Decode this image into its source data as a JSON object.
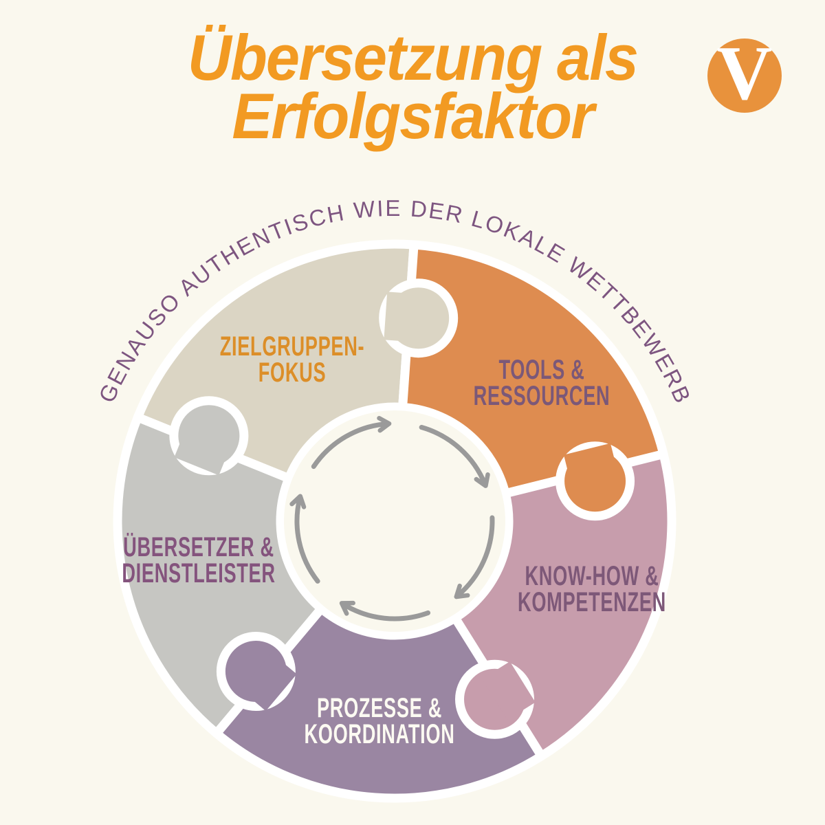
{
  "page": {
    "background": "#FAF8EE"
  },
  "title": {
    "lines": [
      "Übersetzung als",
      "Erfolgsfaktor"
    ],
    "color": "#F29A22"
  },
  "logo": {
    "letter": "V",
    "circle_color": "#E8923C",
    "letter_color": "#FFFFFF"
  },
  "arc_text": {
    "text": "GENAUSO AUTHENTISCH WIE DER LOKALE WETTBEWERB",
    "color": "#7D5580"
  },
  "wheel": {
    "stroke_color": "#FFFFFF",
    "hub": {
      "icon": "cycle-arrows-icon",
      "arrow_count": 5,
      "arrow_color": "#9A9A9A"
    },
    "segments": [
      {
        "id": "zielgruppen-fokus",
        "label_lines": [
          "ZIELGRUPPEN-",
          "FOKUS"
        ],
        "fill": "#DBD5C4",
        "text_color": "#DC8E28"
      },
      {
        "id": "tools-ressourcen",
        "label_lines": [
          "TOOLS &",
          "RESSOURCEN"
        ],
        "fill": "#DE8C50",
        "text_color": "#7B5878"
      },
      {
        "id": "know-how-kompetenzen",
        "label_lines": [
          "KNOW-HOW &",
          "KOMPETENZEN"
        ],
        "fill": "#C79DAC",
        "text_color": "#7D5878"
      },
      {
        "id": "prozesse-koordination",
        "label_lines": [
          "PROZESSE &",
          "KOORDINATION"
        ],
        "fill": "#9A86A2",
        "text_color": "#FCFAF2"
      },
      {
        "id": "uebersetzer-dienstleister",
        "label_lines": [
          "ÜBERSETZER &",
          "DIENSTLEISTER"
        ],
        "fill": "#C6C6C2",
        "text_color": "#84537D"
      }
    ]
  }
}
